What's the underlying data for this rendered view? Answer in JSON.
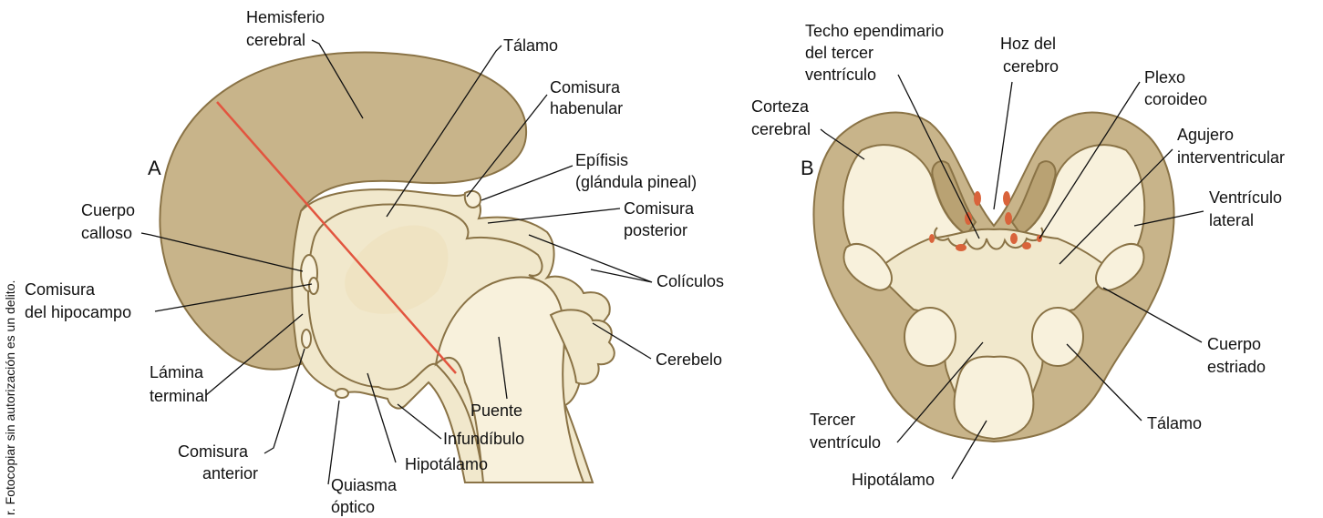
{
  "side_note": "r. Fotocopiar sin autorización es un delito.",
  "panel_a": {
    "letter": "A",
    "labels": {
      "hemisferio_1": "Hemisferio",
      "hemisferio_2": "cerebral",
      "talamo": "Tálamo",
      "comisura_habenular_1": "Comisura",
      "comisura_habenular_2": "habenular",
      "epifisis_1": "Epífisis",
      "epifisis_2": "(glándula pineal)",
      "comisura_posterior_1": "Comisura",
      "comisura_posterior_2": "posterior",
      "coliculos": "Colículos",
      "cerebelo": "Cerebelo",
      "puente": "Puente",
      "infundibulo": "Infundíbulo",
      "hipotalamo": "Hipotálamo",
      "quiasma_1": "Quiasma",
      "quiasma_2": "óptico",
      "comisura_anterior_1": "Comisura",
      "comisura_anterior_2": "anterior",
      "lamina_1": "Lámina",
      "lamina_2": "terminal",
      "comisura_hipocampo_1": "Comisura",
      "comisura_hipocampo_2": "del hipocampo",
      "cuerpo_calloso_1": "Cuerpo",
      "cuerpo_calloso_2": "calloso"
    }
  },
  "panel_b": {
    "letter": "B",
    "labels": {
      "techo_1": "Techo ependimario",
      "techo_2": "del tercer",
      "techo_3": "ventrículo",
      "hoz_1": "Hoz del",
      "hoz_2": "cerebro",
      "plexo_1": "Plexo",
      "plexo_2": "coroideo",
      "corteza_1": "Corteza",
      "corteza_2": "cerebral",
      "agujero_1": "Agujero",
      "agujero_2": "interventricular",
      "ventriculo_lateral_1": "Ventrículo",
      "ventriculo_lateral_2": "lateral",
      "cuerpo_estriado_1": "Cuerpo",
      "cuerpo_estriado_2": "estriado",
      "talamo": "Tálamo",
      "tercer_ventriculo_1": "Tercer",
      "tercer_ventriculo_2": "ventrículo",
      "hipotalamo": "Hipotálamo"
    }
  },
  "colors": {
    "tissue": "#c8b48a",
    "ventricle": "#f8f1dc",
    "section_line": "#e2553f",
    "choroid_plexus": "#d9633b"
  }
}
